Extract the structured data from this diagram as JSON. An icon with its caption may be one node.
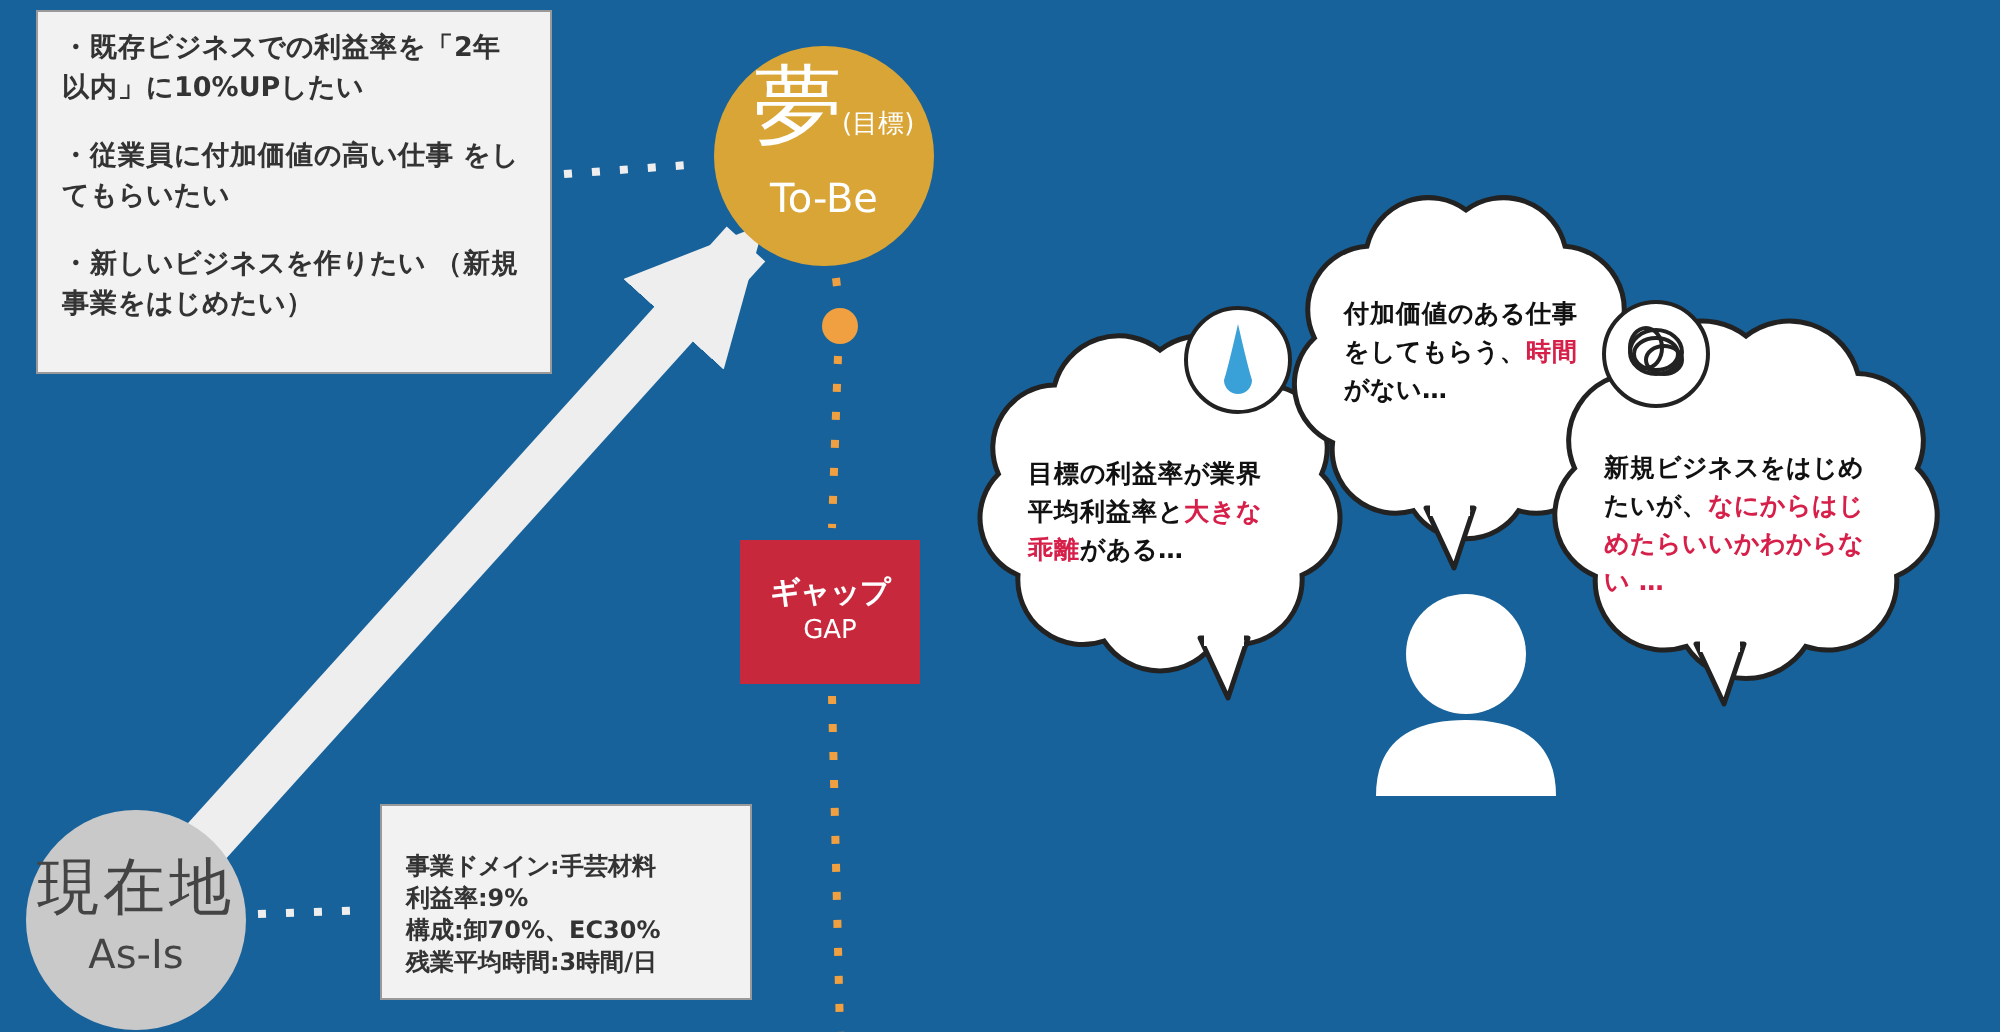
{
  "diagram": {
    "nodes": [
      {
        "text": [
          "・既存ビジネスでの利益率を「2年以内」に10%UPしたい",
          "・従業員に付加価値の高い仕事 をしてもらいたい",
          "・新しいビジネスを作りたい （新規事業をはじめたい）"
        ]
      },
      {
        "text": [
          "夢",
          "(目標)",
          "To-Be"
        ]
      },
      {
        "text": [
          "現在地",
          "As-Is"
        ]
      },
      {
        "text": [
          "事業ドメイン:手芸材料",
          "利益率:9%",
          "構成:卸70%、EC30%",
          "残業平均時間:3時間/日"
        ]
      },
      {
        "text": [
          "ギャップ",
          "GAP"
        ]
      },
      {
        "text": [],
        "shape": "circle"
      },
      {
        "text": [
          "目標の利益率が業界平均利益率と**大きな乖離**がある…"
        ]
      },
      {
        "text": [
          "付加価値のある仕事をしてもらう、**時間**がない…"
        ]
      },
      {
        "text": [
          "新規ビジネスをはじめたいが、**なにからはじめたらいいかわからない …**"
        ]
      }
    ],
    "edges": [
      {
        "from": 2,
        "to": 1,
        "arrow": "to",
        "style": "thick",
        "color": "#eeeeee"
      },
      {
        "from": 0,
        "to": 1,
        "arrow": "none",
        "style": "dashed",
        "color": "#eeeeee"
      },
      {
        "from": 2,
        "to": 3,
        "arrow": "none",
        "style": "dashed",
        "color": "#eeeeee"
      },
      {
        "from": 1,
        "to": 5,
        "arrow": "none",
        "style": "dashed",
        "color": "#f0a040"
      },
      {
        "from": 5,
        "to": 4,
        "arrow": "none",
        "style": "dashed",
        "color": "#f0a040"
      },
      {
        "from": 4,
        "to": null,
        "arrow": "none",
        "style": "dashed",
        "color": "#f0a040"
      }
    ]
  }
}
